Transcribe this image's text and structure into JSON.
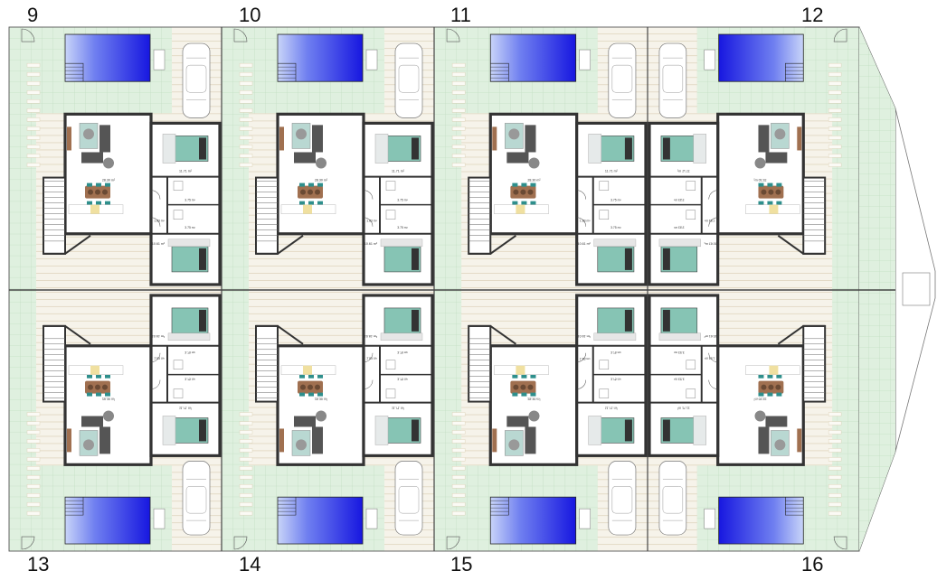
{
  "lot_numbers": {
    "top": [
      "9",
      "10",
      "11",
      "12"
    ],
    "bottom": [
      "13",
      "14",
      "15",
      "16"
    ]
  },
  "colors": {
    "lawn": "#dff0df",
    "lawn_grid": "#c8e3c8",
    "paving": "#f3efe4",
    "paving_lines": "#cdbfa0",
    "wall": "#333333",
    "floor": "#ffffff",
    "pool_deep": "#1e1ee6",
    "pool_light": "#b8c8f5",
    "bed": "#86c4b4",
    "sofa": "#555555",
    "wood": "#a07050",
    "kitchen": "#f0e0a0"
  },
  "icons": [
    "car-icon",
    "pool-icon",
    "bed-icon",
    "sofa-icon",
    "dining-table-icon",
    "stair-icon",
    "door-icon"
  ],
  "room_areas": {
    "living": "28.30 m²",
    "living_end": "32.20 m²",
    "bedroom_main": "11.71 m²",
    "bedroom_second": "10.61 m²",
    "bath": "3.75 m²",
    "bath_end": "3.53 m²",
    "hall": "1.83 m²"
  }
}
